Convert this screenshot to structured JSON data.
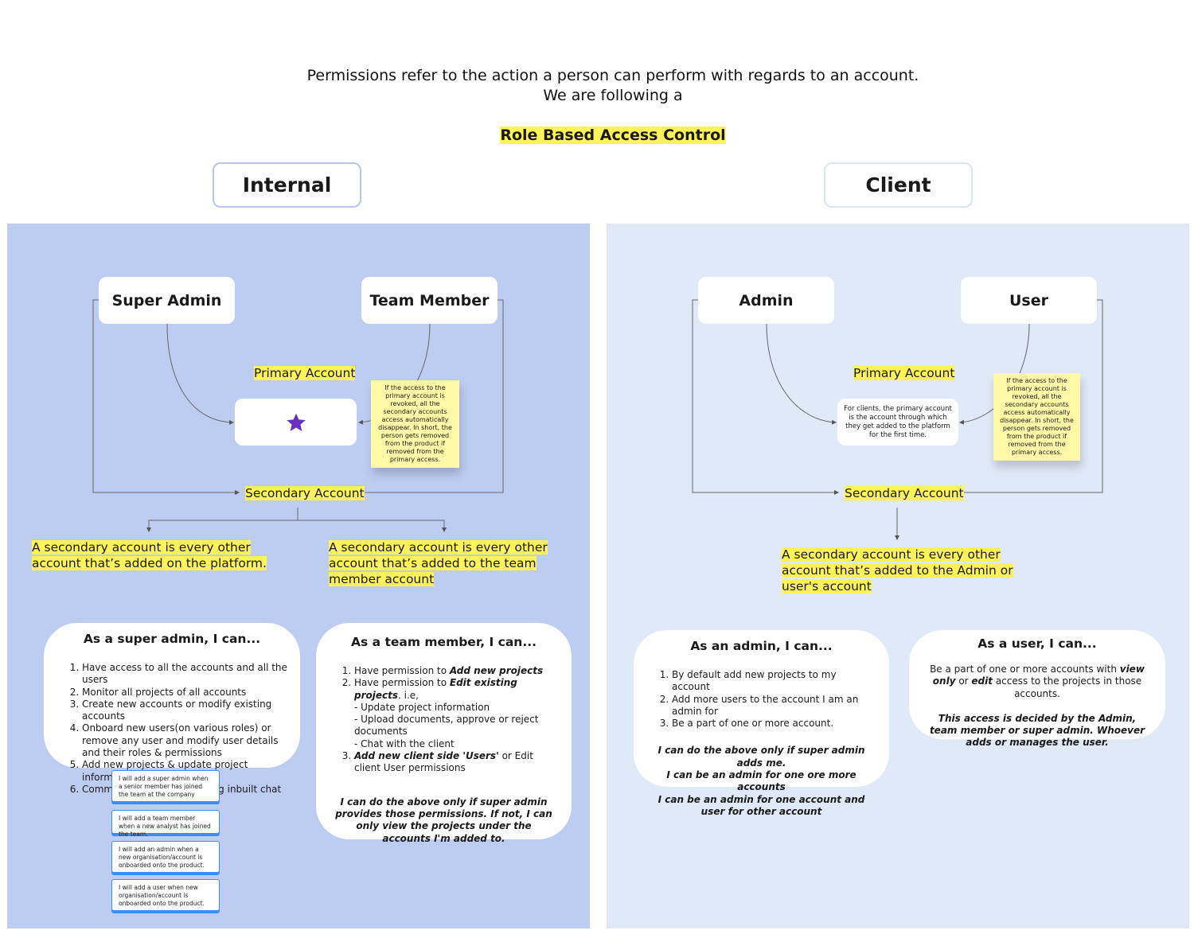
{
  "intro": {
    "line1": "Permissions refer to the action a person can perform with regards to an account.",
    "line2": "We are following a",
    "highlight": "Role Based Access Control"
  },
  "colors": {
    "internal_bg": "#bdcdf2",
    "client_bg": "#e0e9f7",
    "highlight": "#fff35c",
    "sticky": "#fff9a8",
    "star": "#6a2fbf",
    "note_border": "#3a8ef6"
  },
  "internal": {
    "title": "Internal",
    "roles": [
      "Super Admin",
      "Team Member"
    ],
    "primary_label": "Primary Account",
    "primary_icon": "star-icon",
    "sticky": "If the access to the primary account is revoked, all the secondary accounts access automatically disappear. In short, the person gets removed from the product if removed from the primary access.",
    "secondary_label": "Secondary Account",
    "desc_left": "A secondary account is every other account that’s added on the platform.",
    "desc_right": "A secondary account is every other account that’s added to the team member account",
    "super_admin_card": {
      "title": "As a super admin, I can...",
      "items": [
        "Have access to all the accounts and all the users",
        "Monitor all projects of all accounts",
        "Create new accounts or modify existing accounts",
        "Onboard new users(on various roles) or remove any user and modify user details and their roles & permissions",
        "Add new projects & update project information",
        "Communicate to clients using inbuilt chat"
      ]
    },
    "notes": [
      "I will add a super admin when a senior member has joined the team at the company",
      "I will add a team member when a new analyst has joined the team.",
      "I will add an admin when a new organisation/account is onboarded onto the product.",
      "I will add a user when new organisation/account is onboarded onto the product."
    ],
    "team_member_card": {
      "title": "As a team member, I can...",
      "item1_pre": "Have permission to ",
      "item1_bold": "Add new projects",
      "item2_pre": "Have permission to ",
      "item2_bold": "Edit existing projects",
      "item2_post": ". i.e,",
      "sub_items": [
        "- Update project information",
        "- Upload documents, approve or reject documents",
        "- Chat with the client"
      ],
      "item3_bold": "Add new client side 'Users'",
      "item3_post": " or Edit client User permissions",
      "footer": "I can do the above only if super admin provides those permissions. If not, I can only view the projects under the accounts I'm added to."
    }
  },
  "client": {
    "title": "Client",
    "roles": [
      "Admin",
      "User"
    ],
    "primary_label": "Primary Account",
    "primary_text": "For clients, the primary account is the account through which they get added to the platform for the first time.",
    "sticky": "If the access to the primary account is revoked, all the secondary accounts access automatically disappear. In short, the person gets removed from the product if removed from the primary access.",
    "secondary_label": "Secondary Account",
    "desc": "A secondary account is every other account that’s added to the Admin or user's account",
    "admin_card": {
      "title": "As an admin, I can...",
      "items": [
        "By default add new projects to my account",
        "Add more users to the account I am an admin for",
        "Be a part of one or more account."
      ],
      "footer_lines": [
        "I can do the above only if super admin adds me.",
        "I can be an admin for one ore more accounts",
        "I can be an admin for one account and user for other account"
      ]
    },
    "user_card": {
      "title": "As a user, I can...",
      "line_pre": "Be a part of one or more accounts with ",
      "line_bold1": "view only",
      "line_mid": " or ",
      "line_bold2": "edit",
      "line_post": " access to the projects in those accounts.",
      "footer": "This access is decided by the Admin, team member or super admin. Whoever adds or manages the user."
    }
  }
}
